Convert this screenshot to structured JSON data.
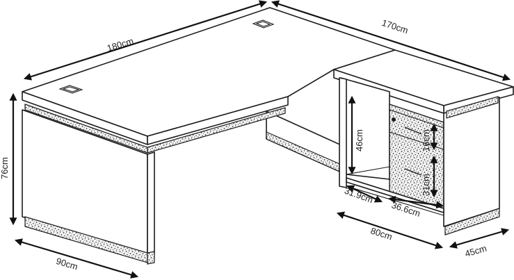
{
  "dimensions": {
    "top_width": "180cm",
    "return_length": "170cm",
    "height": "76cm",
    "leg_depth": "90cm",
    "shelf_height": "46cm",
    "drawer_top": "16cm",
    "drawer_bottom": "31cm",
    "inner_depth": "31.9cm",
    "drawer_width": "36.6cm",
    "cabinet_width": "80cm",
    "cabinet_depth": "45cm"
  },
  "colors": {
    "line": "#1c1c1c",
    "board": "#ffffff",
    "speckle": "#3a3a3a"
  }
}
